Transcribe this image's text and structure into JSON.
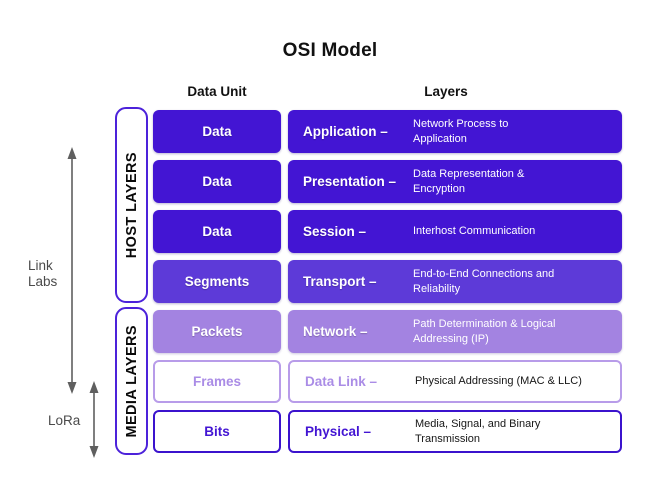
{
  "title": "OSI Model",
  "headers": {
    "data_unit": "Data Unit",
    "layers": "Layers"
  },
  "groups": {
    "host": "HOST LAYERS",
    "media": "MEDIA LAYERS"
  },
  "annotations": {
    "link_labs": "Link\nLabs",
    "lora": "LoRa"
  },
  "rows": [
    {
      "unit": "Data",
      "layer": "Application –",
      "desc": "Network Process to\nApplication"
    },
    {
      "unit": "Data",
      "layer": "Presentation –",
      "desc": "Data Representation &\nEncryption"
    },
    {
      "unit": "Data",
      "layer": "Session –",
      "desc": "Interhost Communication"
    },
    {
      "unit": "Segments",
      "layer": "Transport –",
      "desc": "End-to-End Connections and\nReliability"
    },
    {
      "unit": "Packets",
      "layer": "Network –",
      "desc": "Path Determination & Logical\nAddressing (IP)"
    },
    {
      "unit": "Frames",
      "layer": "Data Link –",
      "desc": "Physical Addressing (MAC & LLC)"
    },
    {
      "unit": "Bits",
      "layer": "Physical –",
      "desc": "Media, Signal, and Binary\nTransmission"
    }
  ],
  "colors": {
    "indigo": "#4315d3",
    "violet": "#5d3ad8",
    "light_violet": "#a383e1",
    "pale_border": "#b89ce9",
    "pale_text": "#aa8ce6",
    "outline_indigo": "#3b13cd",
    "pill_border": "#4c22da",
    "arrow_gray": "#5f5f5f"
  }
}
